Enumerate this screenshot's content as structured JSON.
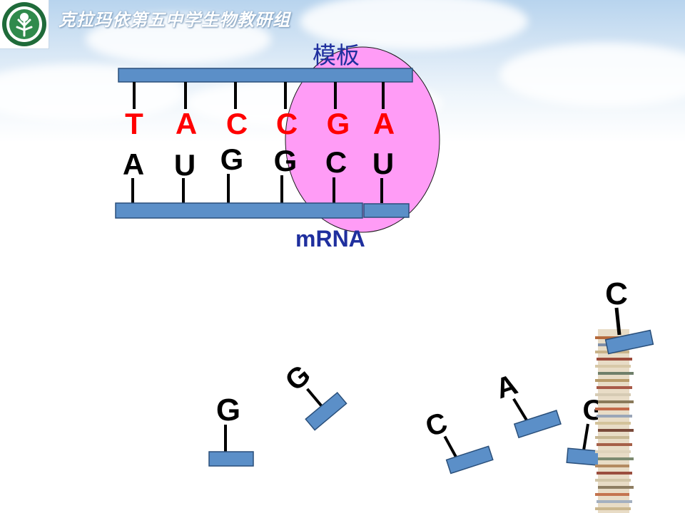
{
  "header": {
    "title": "克拉玛依第五中学生物教研组"
  },
  "diagram": {
    "template_label": "模板",
    "mrna_label": "mRNA",
    "template_bases": [
      "T",
      "A",
      "C",
      "C",
      "G",
      "A"
    ],
    "mrna_bases": [
      "A",
      "U",
      "G",
      "G",
      "C",
      "U"
    ],
    "free_nucleotides": [
      "G",
      "G",
      "C",
      "A",
      "G",
      "C"
    ]
  },
  "colors": {
    "bar_fill": "#5b8fc8",
    "bar_stroke": "#2a4f7a",
    "template_base": "#ff0000",
    "mrna_base": "#000000",
    "bubble": "#ff9cf6",
    "label_blue": "#1f2f9e"
  }
}
